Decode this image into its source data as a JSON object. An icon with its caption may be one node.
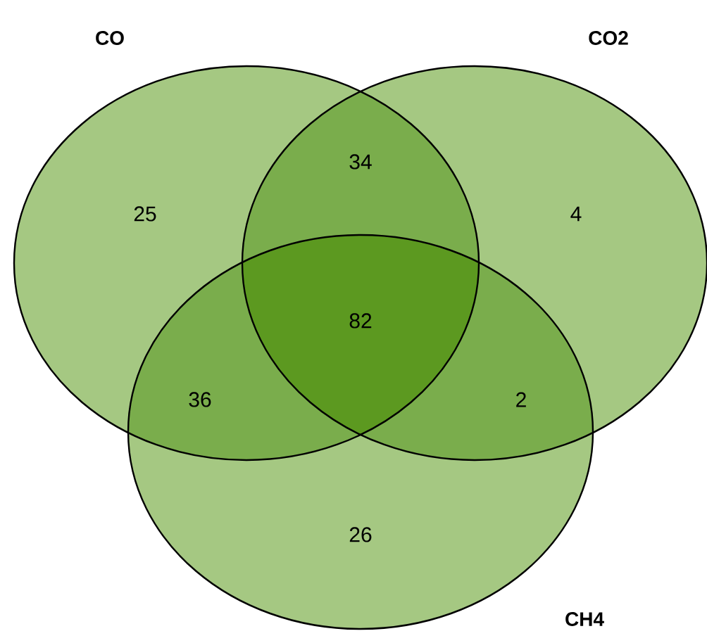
{
  "diagram": {
    "nodes": [
      {
        "text": [
          "CO"
        ]
      },
      {
        "text": [
          "CO2"
        ]
      },
      {
        "text": [
          "CH4"
        ]
      }
    ],
    "labels": [
      "25",
      "34",
      "4",
      "82",
      "36",
      "2",
      "26"
    ]
  }
}
